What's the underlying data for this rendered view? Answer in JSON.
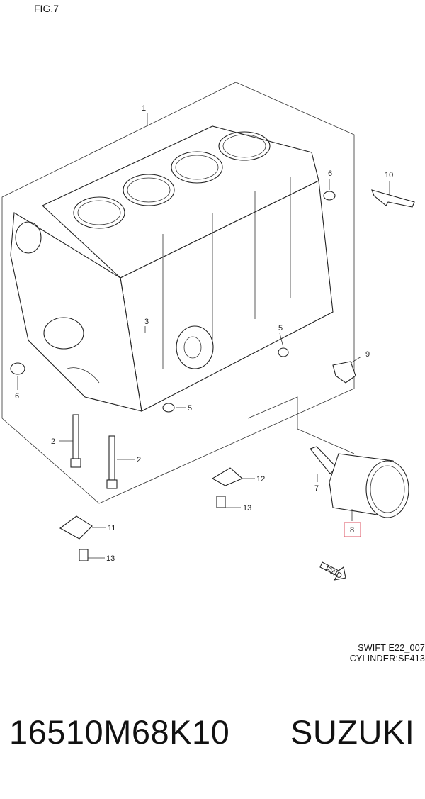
{
  "figure": {
    "label": "FIG.7"
  },
  "callouts": [
    {
      "id": "1",
      "text": "1"
    },
    {
      "id": "2a",
      "text": "2"
    },
    {
      "id": "2b",
      "text": "2"
    },
    {
      "id": "3",
      "text": "3"
    },
    {
      "id": "5a",
      "text": "5"
    },
    {
      "id": "5b",
      "text": "5"
    },
    {
      "id": "6a",
      "text": "6"
    },
    {
      "id": "6b",
      "text": "6"
    },
    {
      "id": "7",
      "text": "7"
    },
    {
      "id": "8",
      "text": "8"
    },
    {
      "id": "9",
      "text": "9"
    },
    {
      "id": "10",
      "text": "10"
    },
    {
      "id": "11",
      "text": "11"
    },
    {
      "id": "12",
      "text": "12"
    },
    {
      "id": "13a",
      "text": "13"
    },
    {
      "id": "13b",
      "text": "13"
    }
  ],
  "highlight_color": "#e06070",
  "fwd_label": "FWD",
  "footer": {
    "model": "SWIFT E22_007",
    "section": "CYLINDER:SF413"
  },
  "part": {
    "number": "16510M68K10",
    "brand": "SUZUKI"
  }
}
